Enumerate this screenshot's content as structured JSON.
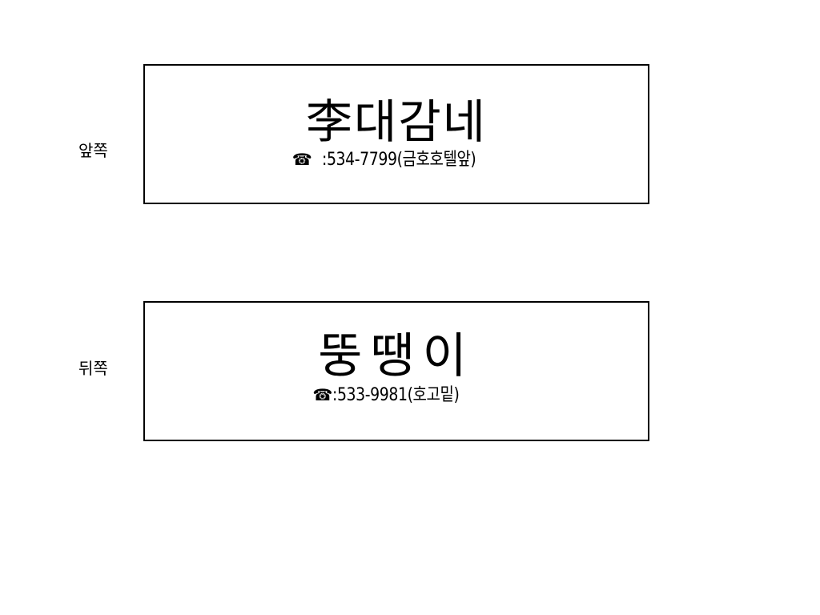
{
  "front": {
    "side_label": "앞쪽",
    "shop_name": "李대감네",
    "phone_icon": "☎",
    "phone_text": ":534-7799(금호호텔앞)"
  },
  "back": {
    "side_label": "뒤쪽",
    "shop_name": "뚱땡이",
    "phone_icon": "☎",
    "phone_text": ":533-9981(호고밑)"
  },
  "icons": {
    "phone": "telephone-icon"
  },
  "colors": {
    "text": "#000000",
    "border": "#000000",
    "background": "#ffffff"
  }
}
